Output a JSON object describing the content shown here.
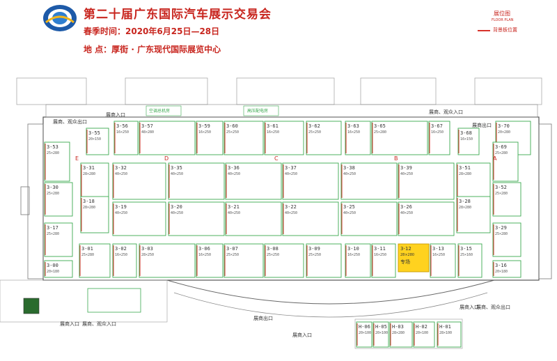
{
  "header": {
    "title": "第二十届广东国际汽车展示交易会",
    "date": "春季时间：2020年6月25日—28日",
    "venue": "地  点：厚街 · 广东现代国际展览中心"
  },
  "legend": {
    "title": "展位图",
    "subtitle": "FLOOR PLAN",
    "backdrop_label": "背景板位置"
  },
  "colors": {
    "red": "#c8261f",
    "booth": "#39a84e",
    "wall": "#555555",
    "highlight": "#ffd21f"
  },
  "labels": {
    "entry_exit_tl": "展商、观众出口",
    "entry_tl": "展商入口",
    "entry_exit_tr": "展商、观众入口",
    "exit_right": "展商出口",
    "entry_bl": "展商入口",
    "entry_exit_bl": "展商、观众入口",
    "exit_bottom": "展商出口",
    "entry_bottom": "展商入口",
    "entry_exit_br": "展商、观众出口",
    "entry_br": "展商入口",
    "aircon": "空调总机房",
    "transformer": "高压配电房",
    "hall_letters": [
      "E",
      "D",
      "C",
      "B",
      "A"
    ],
    "highlight_booth": "3-12",
    "highlight_dim": "28×280",
    "highlight_note": "专场"
  },
  "booths": [
    {
      "id": "3-56",
      "dim": "16×250"
    },
    {
      "id": "3-57",
      "dim": "48×280"
    },
    {
      "id": "3-59",
      "dim": "16×250"
    },
    {
      "id": "3-60",
      "dim": "25×250"
    },
    {
      "id": "3-61",
      "dim": "16×250"
    },
    {
      "id": "3-62",
      "dim": "25×250"
    },
    {
      "id": "3-63",
      "dim": "16×250"
    },
    {
      "id": "3-65",
      "dim": "25×280"
    },
    {
      "id": "3-67",
      "dim": "16×250"
    },
    {
      "id": "3-68",
      "dim": "16×150"
    },
    {
      "id": "3-70",
      "dim": "20×280"
    },
    {
      "id": "3-55",
      "dim": "20×150"
    },
    {
      "id": "3-53",
      "dim": "25×280"
    },
    {
      "id": "3-69",
      "dim": "25×280"
    },
    {
      "id": "3-31",
      "dim": "28×280"
    },
    {
      "id": "3-32",
      "dim": "40×250"
    },
    {
      "id": "3-35",
      "dim": "40×250"
    },
    {
      "id": "3-36",
      "dim": "40×250"
    },
    {
      "id": "3-37",
      "dim": "40×250"
    },
    {
      "id": "3-38",
      "dim": "40×250"
    },
    {
      "id": "3-39",
      "dim": "40×250"
    },
    {
      "id": "3-51",
      "dim": "28×280"
    },
    {
      "id": "3-30",
      "dim": "25×280"
    },
    {
      "id": "3-52",
      "dim": "25×280"
    },
    {
      "id": "3-18",
      "dim": "28×280"
    },
    {
      "id": "3-19",
      "dim": "40×250"
    },
    {
      "id": "3-20",
      "dim": "40×250"
    },
    {
      "id": "3-21",
      "dim": "40×250"
    },
    {
      "id": "3-22",
      "dim": "40×250"
    },
    {
      "id": "3-25",
      "dim": "40×250"
    },
    {
      "id": "3-26",
      "dim": "40×250"
    },
    {
      "id": "3-28",
      "dim": "28×280"
    },
    {
      "id": "3-17",
      "dim": "25×280"
    },
    {
      "id": "3-29",
      "dim": "25×280"
    },
    {
      "id": "3-01",
      "dim": "25×280"
    },
    {
      "id": "3-02",
      "dim": "16×250"
    },
    {
      "id": "3-03",
      "dim": "28×250"
    },
    {
      "id": "3-06",
      "dim": "16×250"
    },
    {
      "id": "3-07",
      "dim": "25×250"
    },
    {
      "id": "3-08",
      "dim": "25×250"
    },
    {
      "id": "3-09",
      "dim": "25×250"
    },
    {
      "id": "3-10",
      "dim": "16×250"
    },
    {
      "id": "3-11",
      "dim": "16×250"
    },
    {
      "id": "3-13",
      "dim": "16×250"
    },
    {
      "id": "3-15",
      "dim": "25×160"
    },
    {
      "id": "3-16",
      "dim": "20×180"
    },
    {
      "id": "3-00",
      "dim": "20×180"
    },
    {
      "id": "H-06",
      "dim": "20×100"
    },
    {
      "id": "H-05",
      "dim": "20×100"
    },
    {
      "id": "H-03",
      "dim": "28×280"
    },
    {
      "id": "H-02",
      "dim": "20×100"
    },
    {
      "id": "H-01",
      "dim": "28×100"
    }
  ]
}
